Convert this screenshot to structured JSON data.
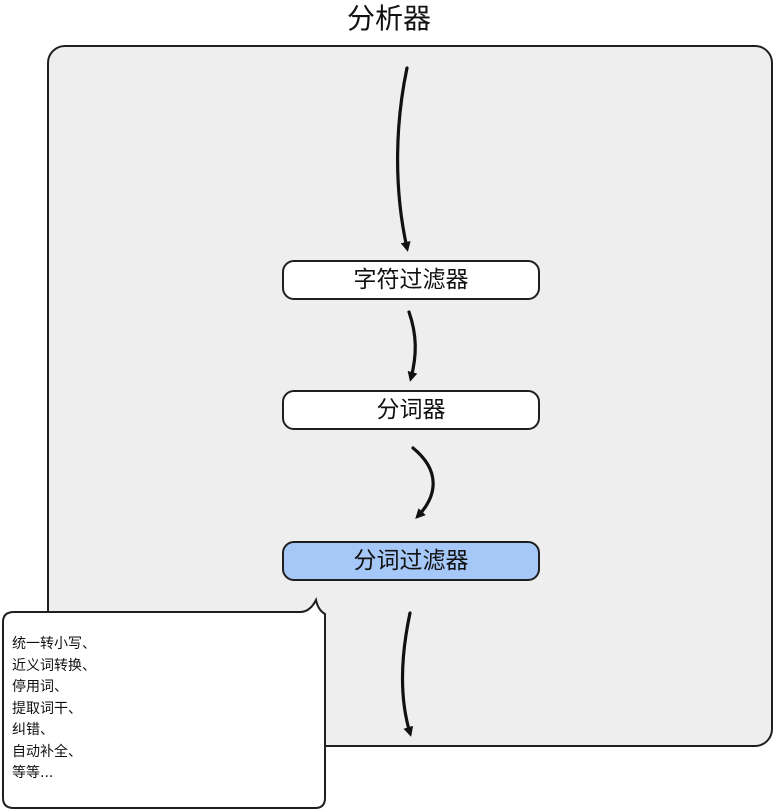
{
  "title": "分析器",
  "steps": [
    {
      "label": "字符过滤器",
      "highlighted": false
    },
    {
      "label": "分词器",
      "highlighted": false
    },
    {
      "label": "分词过滤器",
      "highlighted": true
    }
  ],
  "note": {
    "lines": [
      "统一转小写、",
      "近义词转换、",
      "停用词、",
      "提取词干、",
      "纠错、",
      "自动补全、",
      "等等..."
    ]
  },
  "colors": {
    "panel_fill": "#eeeeee",
    "stroke": "#1f1f1f",
    "highlight_fill": "#a5c8f8",
    "node_fill": "#ffffff"
  }
}
